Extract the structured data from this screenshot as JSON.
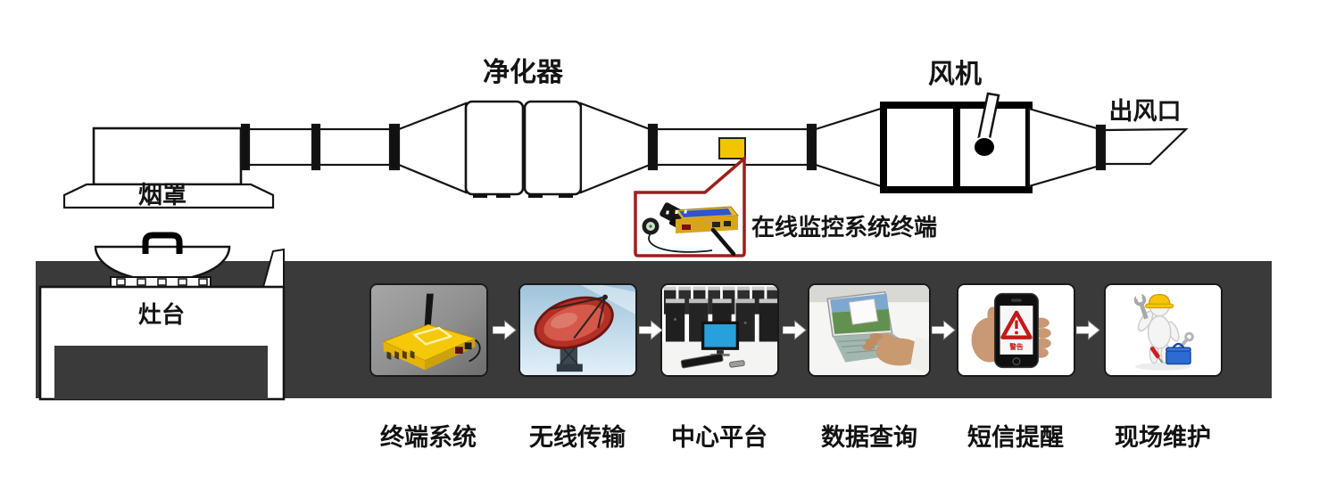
{
  "diagram": {
    "labels": {
      "hood": "烟罩",
      "purifier": "净化器",
      "fan": "风机",
      "outlet": "出风口",
      "stove": "灶台",
      "terminal_callout": "在线监控系统终端"
    },
    "colors": {
      "bar_background": "#3a3a3a",
      "line": "#141414",
      "sensor_yellow": "#f4c400",
      "callout_border": "#9b1f1c"
    }
  },
  "process_flow": {
    "steps": [
      {
        "label": "终端系统",
        "icon": "terminal-device-photo"
      },
      {
        "label": "无线传输",
        "icon": "satellite-dish-photo"
      },
      {
        "label": "中心平台",
        "icon": "server-room-photo"
      },
      {
        "label": "数据查询",
        "icon": "laptop-hands-photo"
      },
      {
        "label": "短信提醒",
        "icon": "phone-warning-photo",
        "phone_screen_text": "警告"
      },
      {
        "label": "现场维护",
        "icon": "worker-toolbox-photo"
      }
    ],
    "arrow_icon": "right-arrow"
  }
}
